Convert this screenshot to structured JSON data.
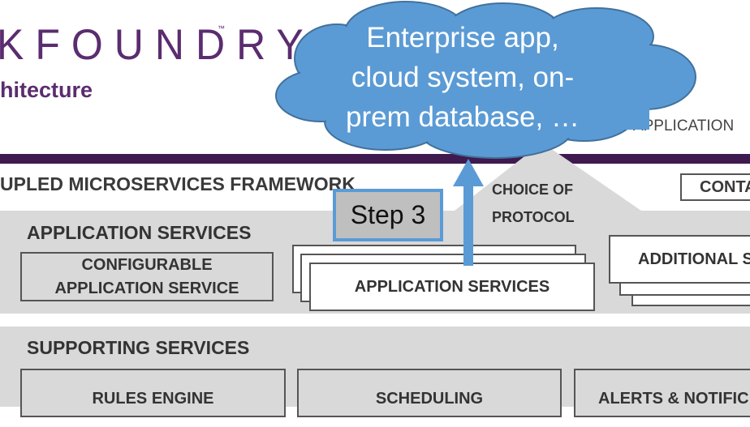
{
  "header": {
    "logo_text": "KFOUNDRY",
    "trademark": "™",
    "subtitle": "hitecture",
    "right_note": "D APPLICATION"
  },
  "cloud": {
    "lines": [
      "Enterprise app,",
      "cloud system, on-",
      "prem database, …"
    ]
  },
  "framework": {
    "title": "UPLED MICROSERVICES FRAMEWORK",
    "right_box": "CONTA"
  },
  "step": {
    "label": "Step 3"
  },
  "protocol": {
    "line1": "CHOICE OF",
    "line2": "PROTOCOL"
  },
  "application_services": {
    "title": "APPLICATION SERVICES",
    "configurable_line1": "CONFIGURABLE",
    "configurable_line2": "APPLICATION SERVICE",
    "stack_label": "APPLICATION SERVICES",
    "additional_label": "ADDITIONAL S"
  },
  "supporting_services": {
    "title": "SUPPORTING SERVICES",
    "boxes": [
      "RULES ENGINE",
      "SCHEDULING",
      "ALERTS & NOTIFIC"
    ]
  },
  "colors": {
    "brand_purple": "#5b2c6f",
    "divider": "#3e1a4f",
    "cloud_fill": "#5b9bd5",
    "cloud_stroke": "#41719c",
    "band_gray": "#d9d9d9"
  }
}
